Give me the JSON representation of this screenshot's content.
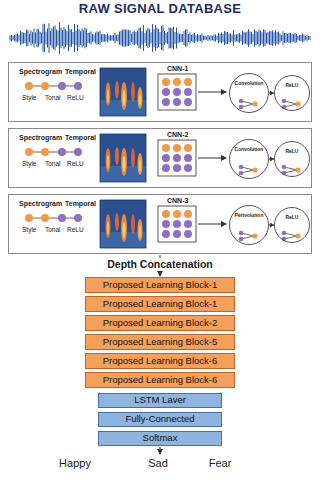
{
  "diagram": {
    "title": "RAW SIGNAL DATABASE",
    "nodes": [
      {
        "text": [
          "Spectrogram",
          "Temporal",
          "Style",
          "Tonal",
          "ReLU",
          "CNN-1"
        ]
      },
      {
        "text": [
          "Convolution"
        ],
        "in": 0
      },
      {
        "text": [
          "ReLU"
        ],
        "in": 0
      },
      {
        "text": [
          "Spectrogram",
          "Temporal",
          "Style",
          "Tonal",
          "ReLU",
          "CNN-2"
        ]
      },
      {
        "text": [
          "Convolution"
        ],
        "in": 3
      },
      {
        "text": [
          "ReLU"
        ],
        "in": 3
      },
      {
        "text": [
          "Spectrogram",
          "Temporal",
          "Style",
          "Tonal",
          "ReLU",
          "CNN-3"
        ]
      },
      {
        "text": [
          "Pertvolution"
        ],
        "in": 6
      },
      {
        "text": [
          "ReLU"
        ],
        "in": 6
      },
      {
        "text": [
          "Proposed Learning Block-1"
        ]
      },
      {
        "text": [
          "Proposed Learning Block-1"
        ]
      },
      {
        "text": [
          "Proposed Learning Block-2"
        ]
      },
      {
        "text": [
          "Proposed Learning Block-5"
        ]
      },
      {
        "text": [
          "Proposed Learning Block-6"
        ]
      },
      {
        "text": [
          "Proposed Learning Block-6"
        ]
      },
      {
        "text": [
          "LSTM Laver"
        ]
      },
      {
        "text": [
          "Fully-Connected"
        ]
      },
      {
        "text": [
          "Softmax"
        ]
      }
    ],
    "edges": [
      {
        "from": 1,
        "to": 2,
        "arrow": "to"
      },
      {
        "from": 4,
        "to": 5,
        "arrow": "to"
      },
      {
        "from": 7,
        "to": 8,
        "arrow": "to"
      }
    ],
    "labels": [
      "Depth Concatenation",
      "Happy",
      "Sad",
      "Fear"
    ]
  }
}
